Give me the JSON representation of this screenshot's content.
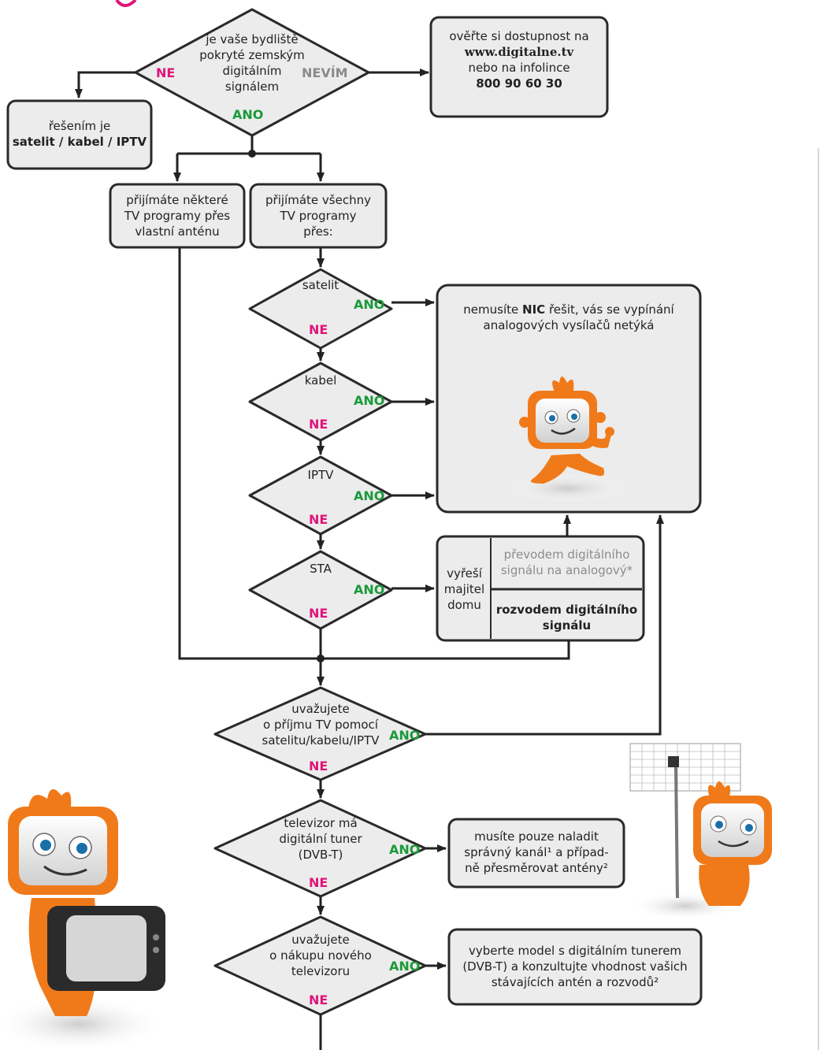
{
  "labels": {
    "ano": "ANO",
    "ne": "NE",
    "nevim": "NEVÍM"
  },
  "coverage_question": {
    "line1": "je vaše bydliště",
    "line2": "pokryté zemským",
    "line3": "digitálním",
    "line4": "signálem"
  },
  "verify_box": {
    "line1": "ověřte si dostupnost na",
    "website": "www.digitalne.tv",
    "line3": "nebo na infolince",
    "phone": "800 90 60 30"
  },
  "solution_box": {
    "line1": "řešením je",
    "line2": "satelit / kabel / IPTV"
  },
  "some_programs_box": {
    "line1": "přijímáte některé",
    "line2": "TV programy přes",
    "line3": "vlastní anténu"
  },
  "all_programs_box": {
    "line1": "přijímáte všechny",
    "line2": "TV programy",
    "line3": "přes:"
  },
  "decisions": {
    "satelit": "satelit",
    "kabel": "kabel",
    "iptv": "IPTV",
    "sta": "STA"
  },
  "nothing_box": {
    "prefix": "nemusíte",
    "nic": "NIC",
    "suffix": "řešit, vás se vypínání",
    "line2": "analogových vysílačů netýká"
  },
  "owner_box": {
    "line1": "vyřeší",
    "line2": "majitel",
    "line3": "domu",
    "option1_line1": "převodem digitálního",
    "option1_line2": "signálu na analogový*",
    "option2_line1": "rozvodem digitálního",
    "option2_line2": "signálu"
  },
  "consider_reception": {
    "line1": "uvažujete",
    "line2": "o příjmu TV pomocí",
    "line3": "satelitu/kabelu/IPTV"
  },
  "tv_tuner": {
    "line1": "televizor má",
    "line2": "digitální tuner",
    "line3": "(DVB-T)"
  },
  "tune_box": {
    "line1": "musíte pouze naladit",
    "line2": "správný kanál¹ a případ-",
    "line3": "ně přesměrovat antény²"
  },
  "consider_purchase": {
    "line1": "uvažujete",
    "line2": "o nákupu nového",
    "line3": "televizoru"
  },
  "model_box": {
    "line1": "vyberte model s digitálním tunerem",
    "line2": "(DVB-T) a konzultujte vhodnost vašich",
    "line3": "stávajících antén a rozvodů²"
  },
  "colors": {
    "ano": "#1a9a3a",
    "ne": "#e0157a",
    "nevim": "#8a8a8a",
    "box_fill": "#ececec",
    "mascot_orange": "#f07a1a"
  }
}
